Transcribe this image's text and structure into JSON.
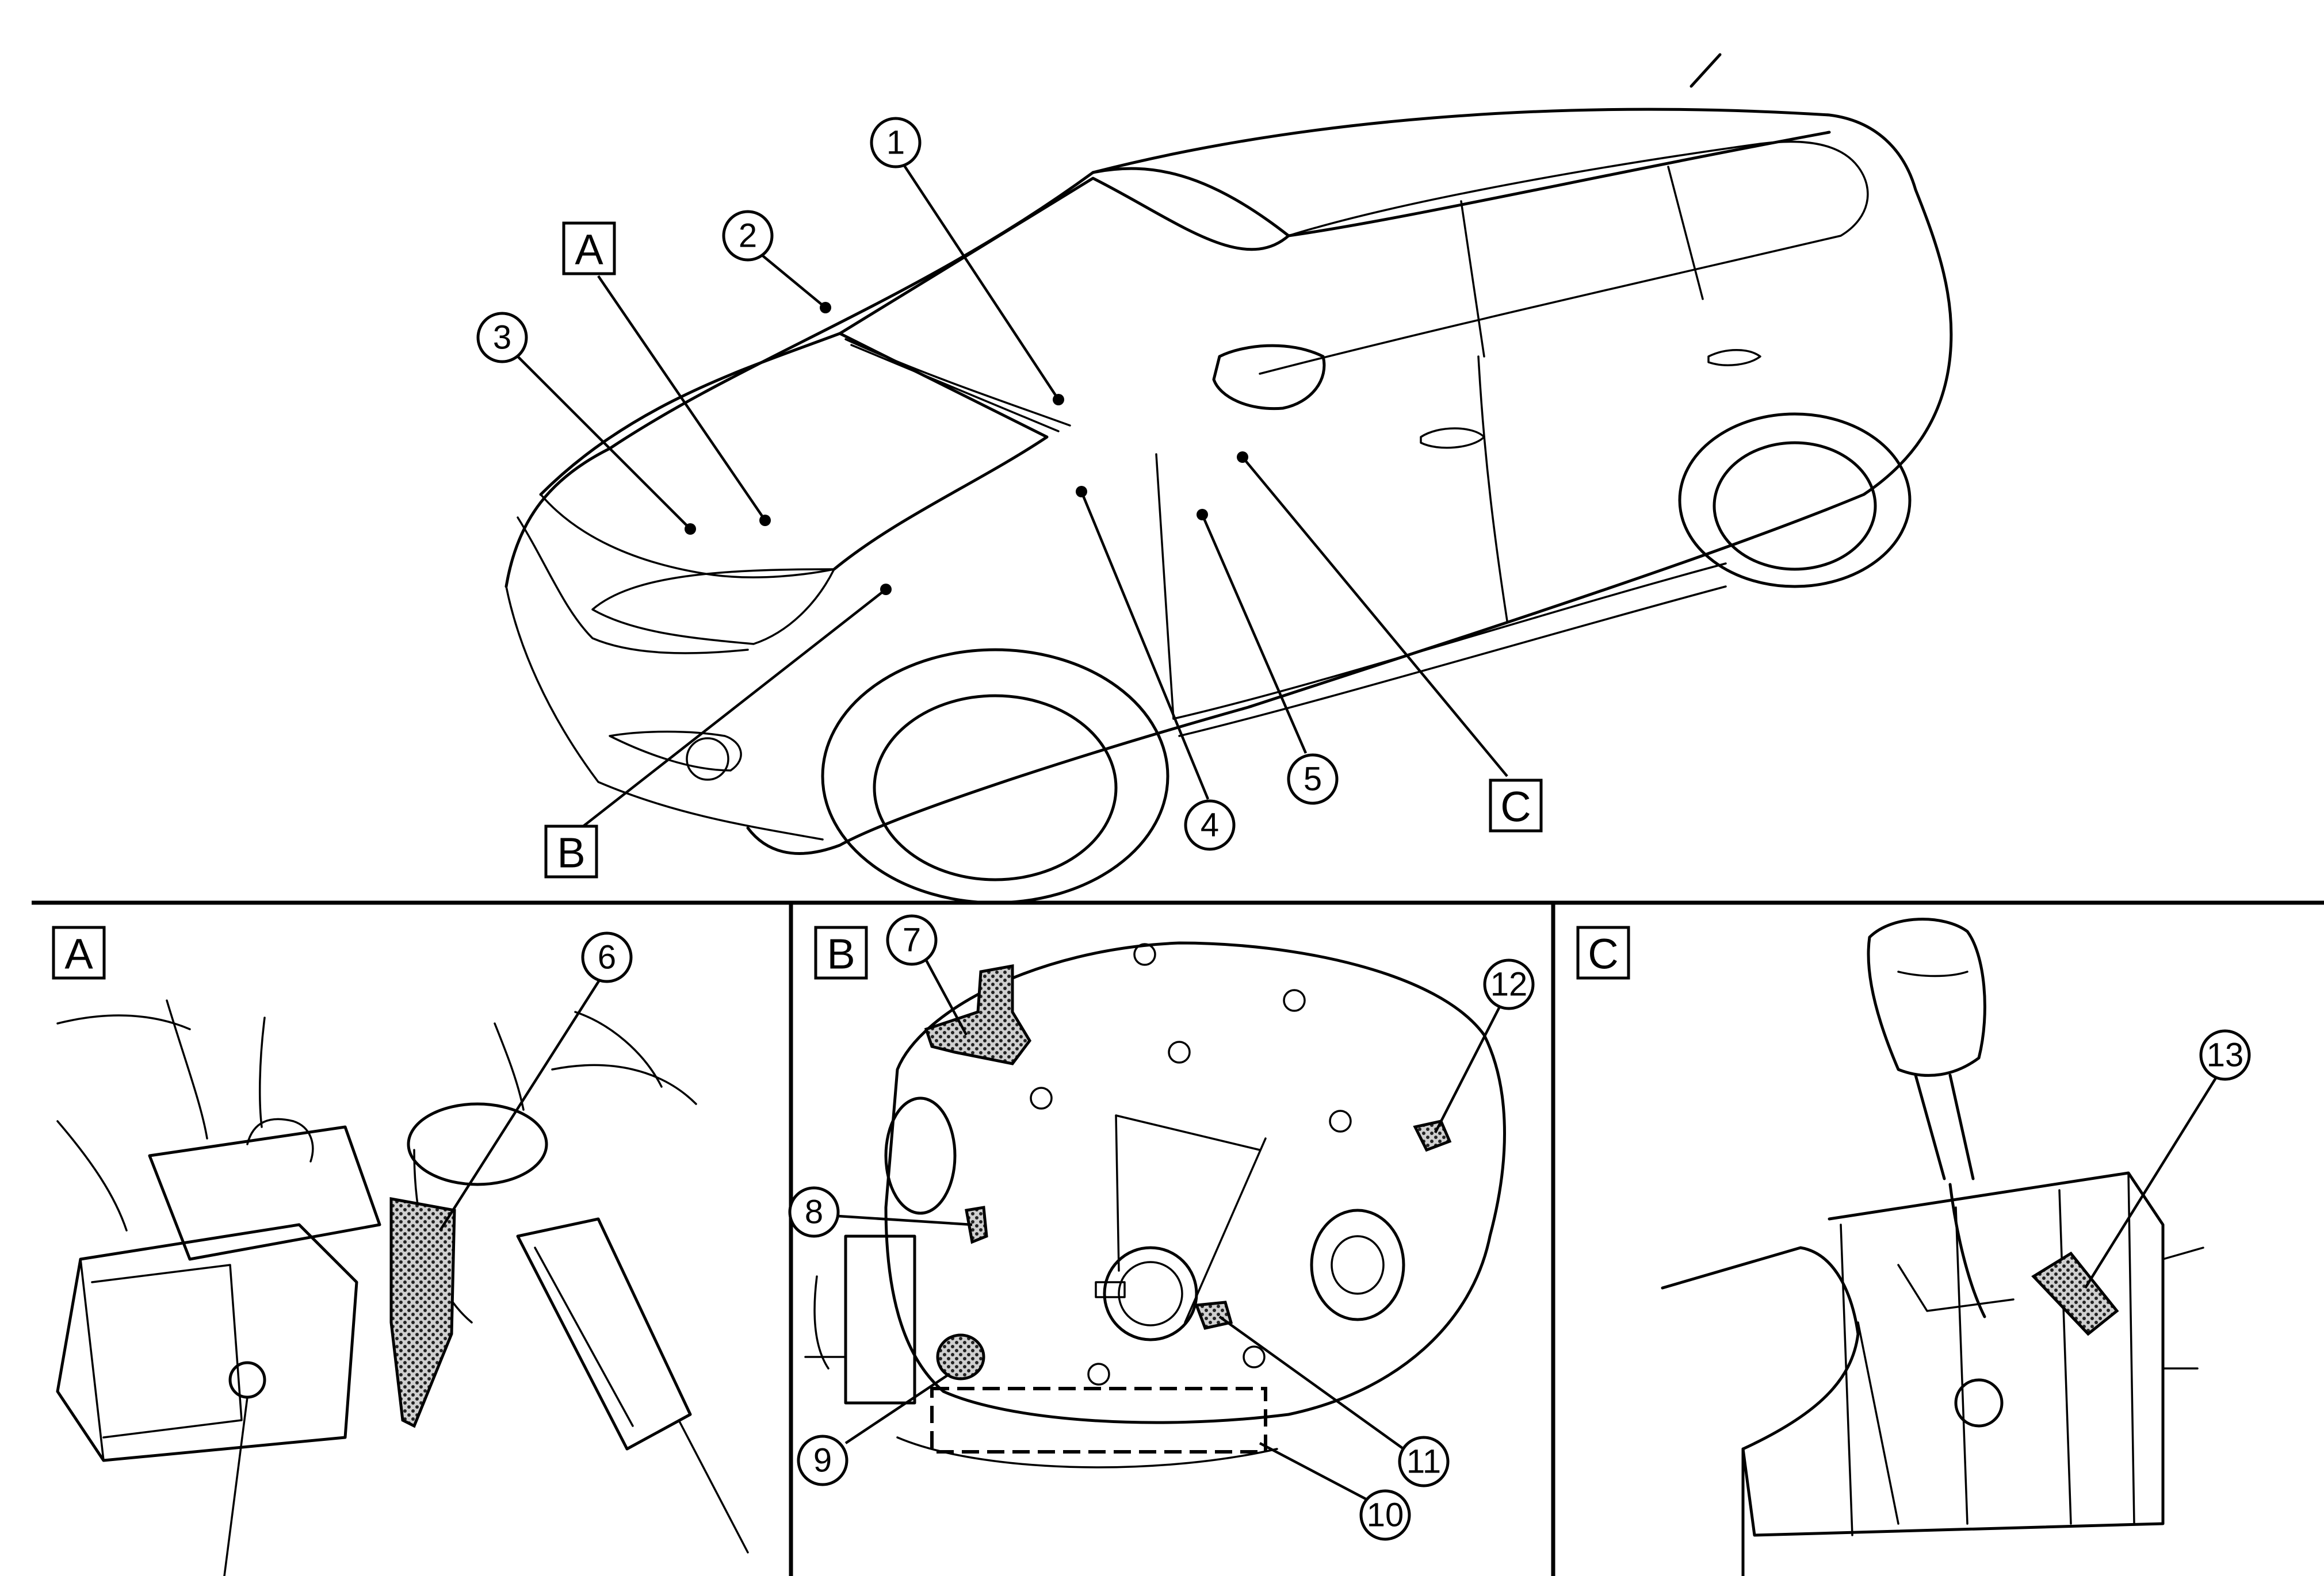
{
  "callouts": {
    "c1": "1",
    "c2": "2",
    "c3": "3",
    "c4": "4",
    "c5": "5",
    "c6": "6",
    "c7": "7",
    "c8": "8",
    "c9": "9",
    "c10": "10",
    "c11": "11",
    "c12": "12",
    "c13": "13"
  },
  "view_labels": {
    "top_A": "A",
    "top_B": "B",
    "top_C": "C",
    "panel_A": "A",
    "panel_B": "B",
    "panel_C": "C"
  },
  "colors": {
    "line": "#000000",
    "background": "#ffffff",
    "highlight_fill": "#6b6b6b"
  }
}
